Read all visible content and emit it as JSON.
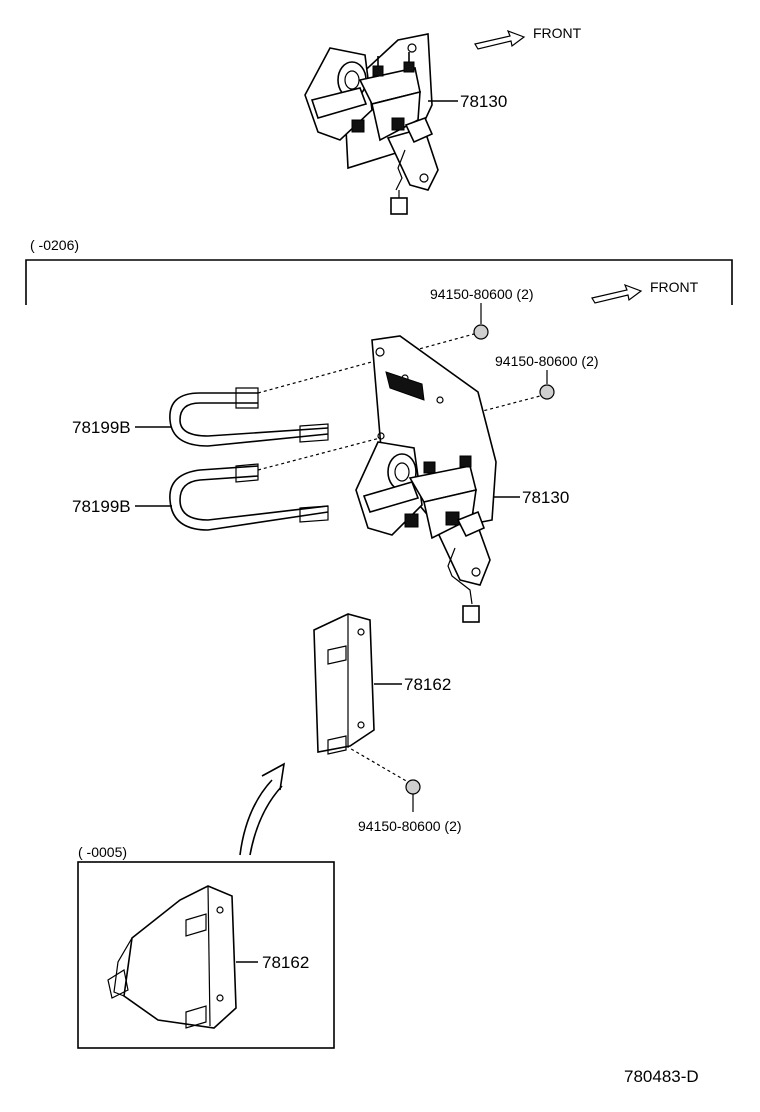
{
  "front_label": "FRONT",
  "range_main": "(      -0206)",
  "range_inset": "(    -0005)",
  "part_78130": "78130",
  "part_78199B": "78199B",
  "part_78162": "78162",
  "part_94150": "94150-80600 (2)",
  "diagram_id": "780483-D"
}
